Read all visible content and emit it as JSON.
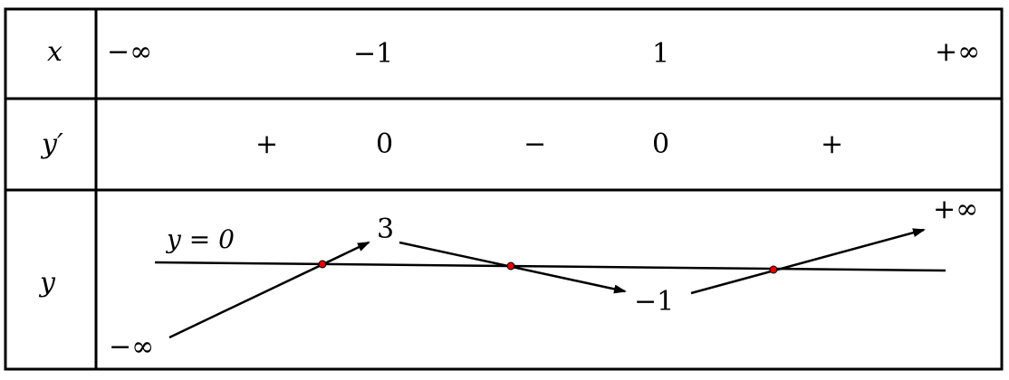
{
  "table": {
    "row_labels": {
      "x": "x",
      "dy": "y′",
      "y": "y"
    },
    "x_values": [
      "−∞",
      "−1",
      "1",
      "+∞"
    ],
    "derivative_signs": [
      "+",
      "0",
      "−",
      "0",
      "+"
    ],
    "y_values": {
      "start": "−∞",
      "max": "3",
      "min": "−1",
      "end": "+∞"
    },
    "reference_line_label": "y = 0"
  },
  "colors": {
    "line": "#000000",
    "intersection_point": "#e00000",
    "border": "#000000"
  }
}
